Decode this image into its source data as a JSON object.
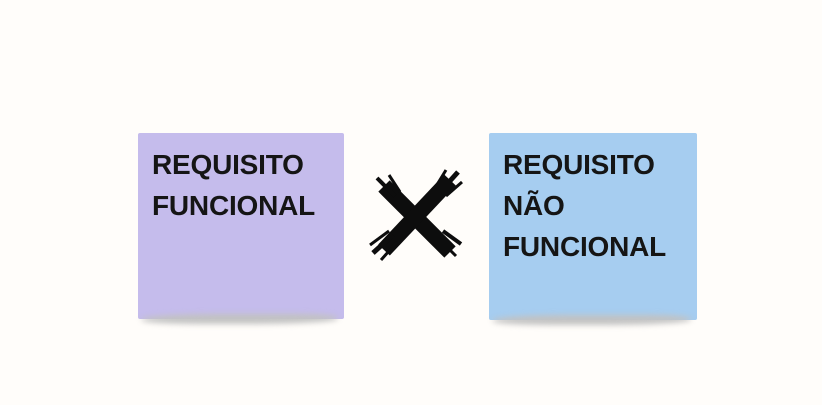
{
  "page": {
    "background_color": "#fffdfa"
  },
  "cards": [
    {
      "name": "requisito-funcional",
      "label": "REQUISITO FUNCIONAL",
      "lines": [
        "REQUISITO",
        "FUNCIONAL"
      ],
      "background_color": "#c5bcec",
      "text_color": "#151515"
    },
    {
      "name": "requisito-nao-funcional",
      "label": "REQUISITO NÃO FUNCIONAL",
      "lines": [
        "REQUISITO",
        "NÃO",
        "FUNCIONAL"
      ],
      "background_color": "#a6cdf0",
      "text_color": "#151515"
    }
  ],
  "separator": {
    "icon": "brush-x-icon",
    "color": "#0d0d0d"
  }
}
